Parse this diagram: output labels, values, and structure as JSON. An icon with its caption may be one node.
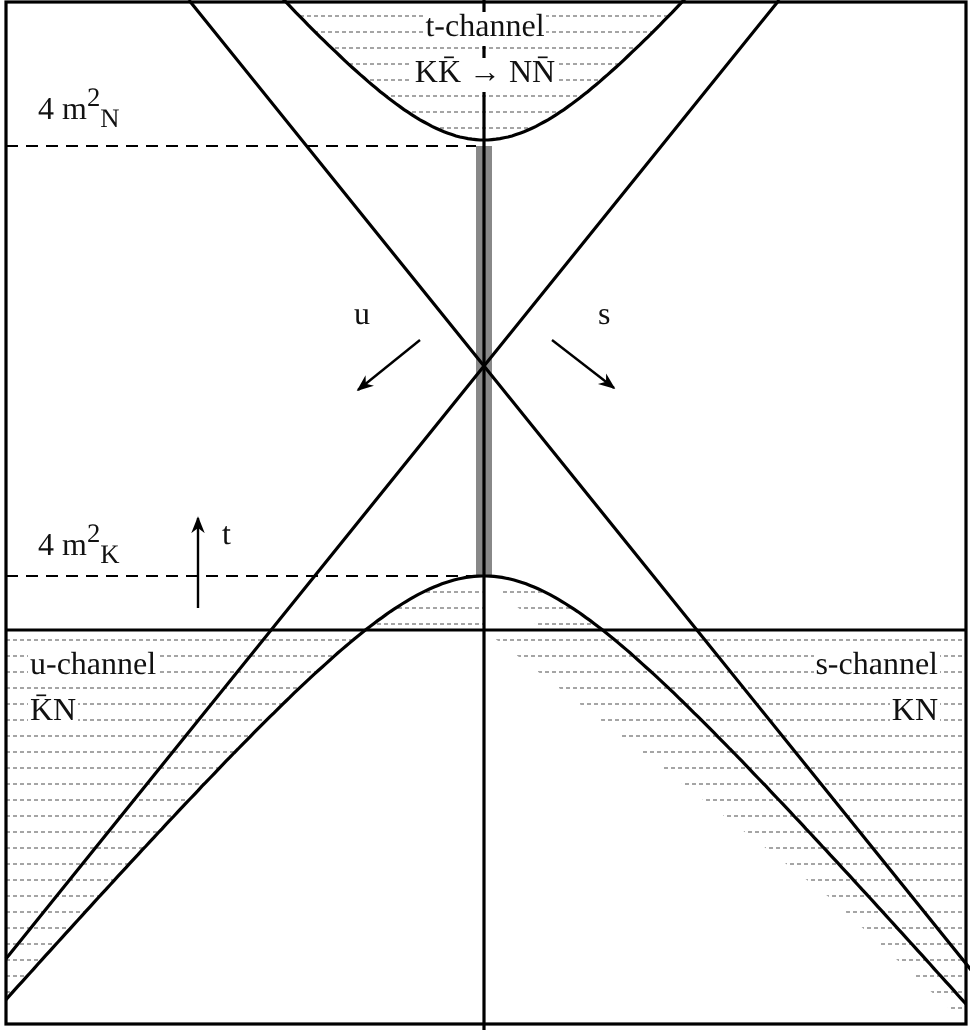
{
  "diagram": {
    "nodes": [
      {
        "text": [
          "t-channel",
          "KK̄ → NN̄"
        ]
      },
      {
        "text": [
          "u-channel",
          "K̄N"
        ]
      },
      {
        "text": [
          "s-channel",
          "KN"
        ]
      }
    ],
    "labels": [
      "4 m$^{2}$$_{N}$",
      "u",
      "s",
      "4 m$^{2}$$_{K}$",
      "t"
    ]
  }
}
